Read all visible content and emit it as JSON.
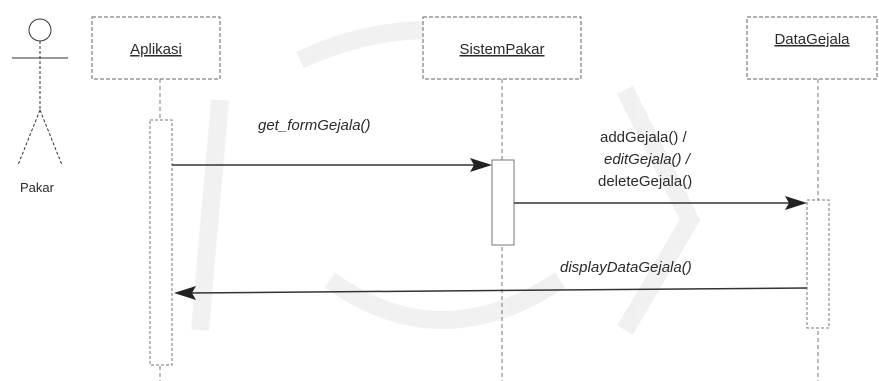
{
  "actor": {
    "name": "Pakar"
  },
  "objects": [
    {
      "id": "aplikasi",
      "title": "Aplikasi"
    },
    {
      "id": "sistempakar",
      "title": "SistemPakar"
    },
    {
      "id": "datagejala",
      "title": "DataGejala"
    }
  ],
  "messages": [
    {
      "from": "aplikasi",
      "to": "sistempakar",
      "label_lines": [
        "get_formGejala()"
      ],
      "italic": [
        true
      ]
    },
    {
      "from": "sistempakar",
      "to": "datagejala",
      "label_lines": [
        "addGejala() /",
        "editGejala() /",
        "deleteGejala()"
      ],
      "italic": [
        false,
        true,
        false
      ]
    },
    {
      "from": "datagejala",
      "to": "aplikasi",
      "label_lines": [
        "displayDataGejala()"
      ],
      "italic": [
        true
      ]
    }
  ]
}
